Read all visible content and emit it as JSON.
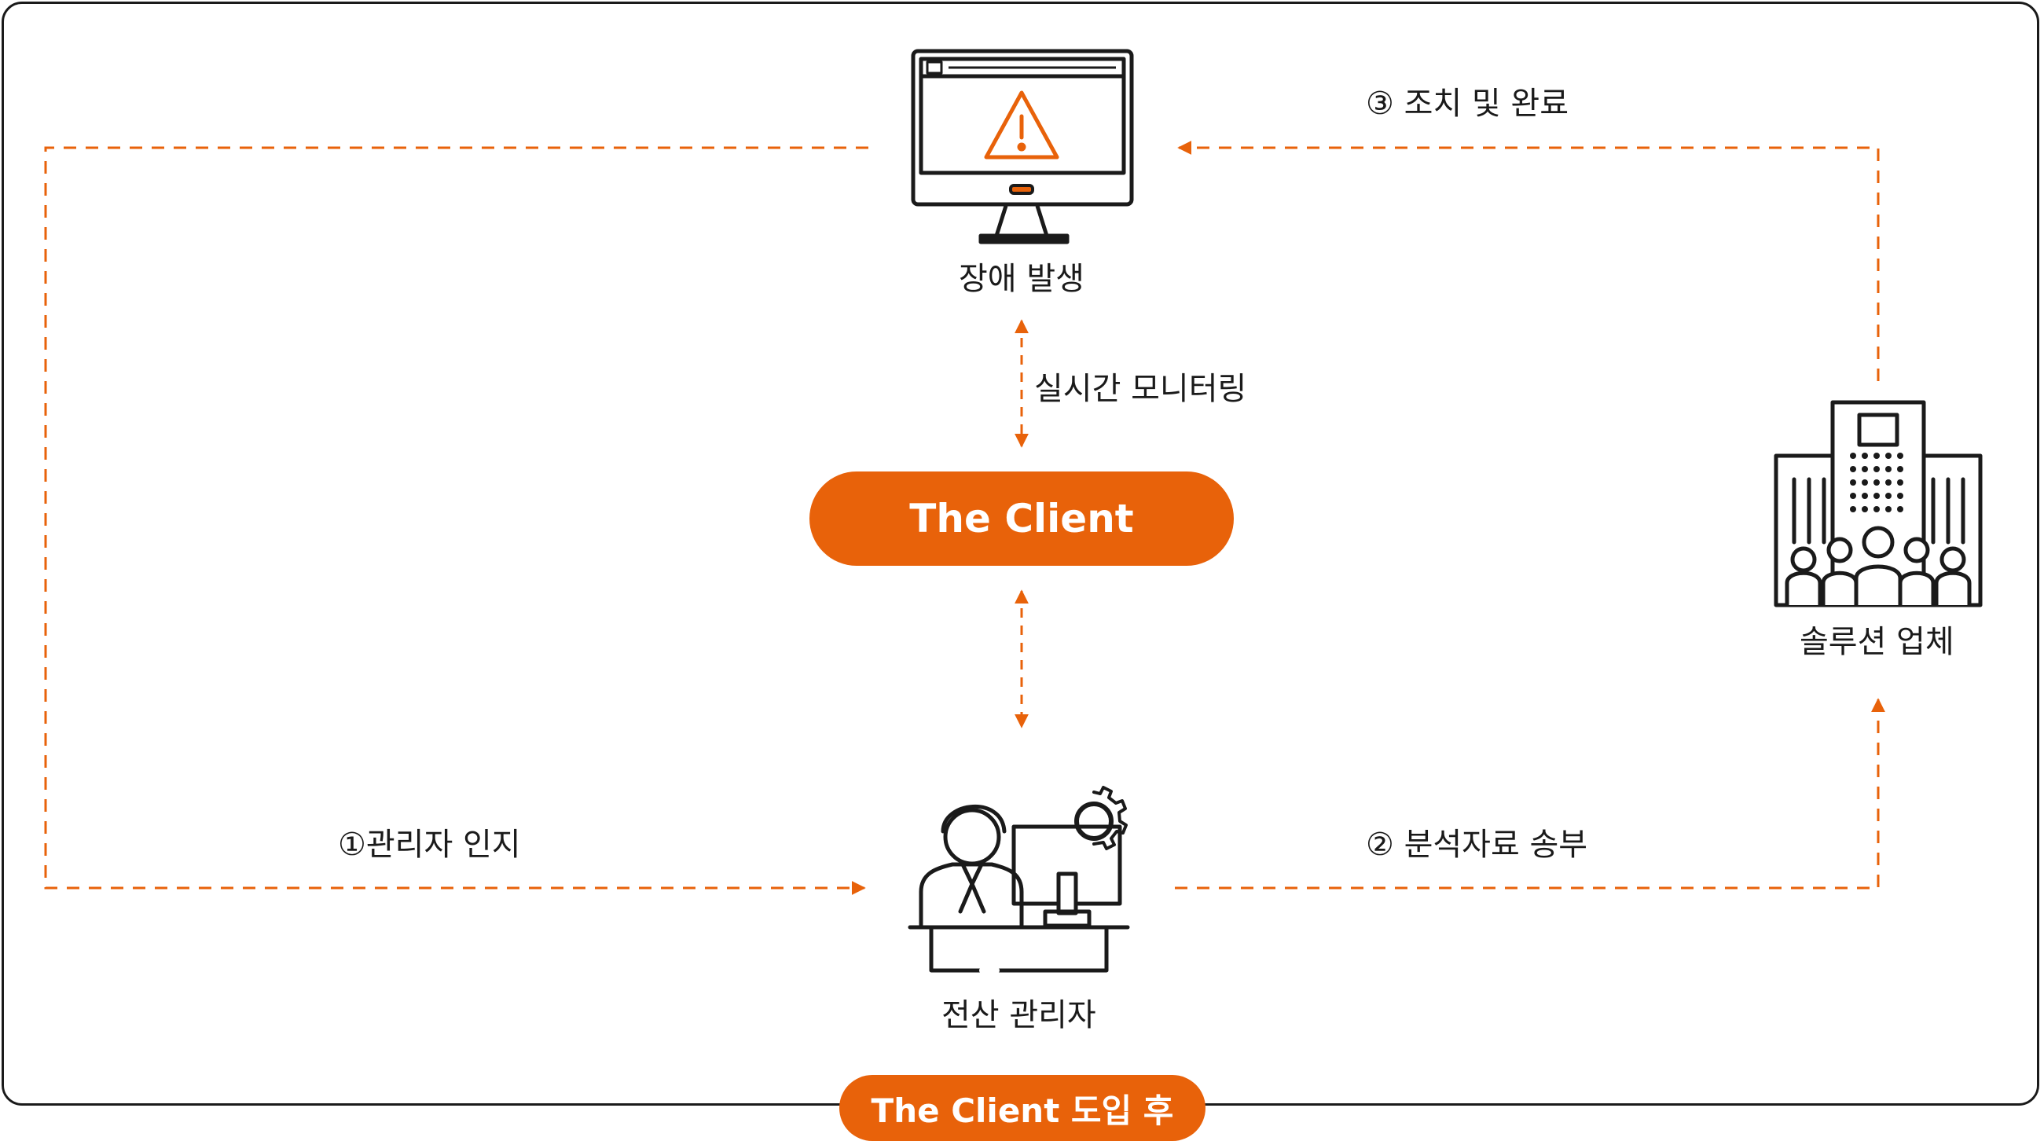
{
  "diagram": {
    "center": "The Client",
    "footer_badge": "The Client 도입 후",
    "nodes": {
      "incident": "장애 발생",
      "admin": "전산 관리자",
      "vendor": "솔루션 업체"
    },
    "flows": {
      "monitoring": "실시간 모니터링",
      "step1": "①관리자 인지",
      "step2": "② 분석자료 송부",
      "step3": "③ 조치 및 완료"
    },
    "colors": {
      "accent": "#e8620a",
      "line": "#1a1a1a"
    },
    "icons": {
      "incident": "monitor-warning-icon",
      "admin": "admin-desk-icon",
      "vendor": "company-building-icon"
    }
  }
}
